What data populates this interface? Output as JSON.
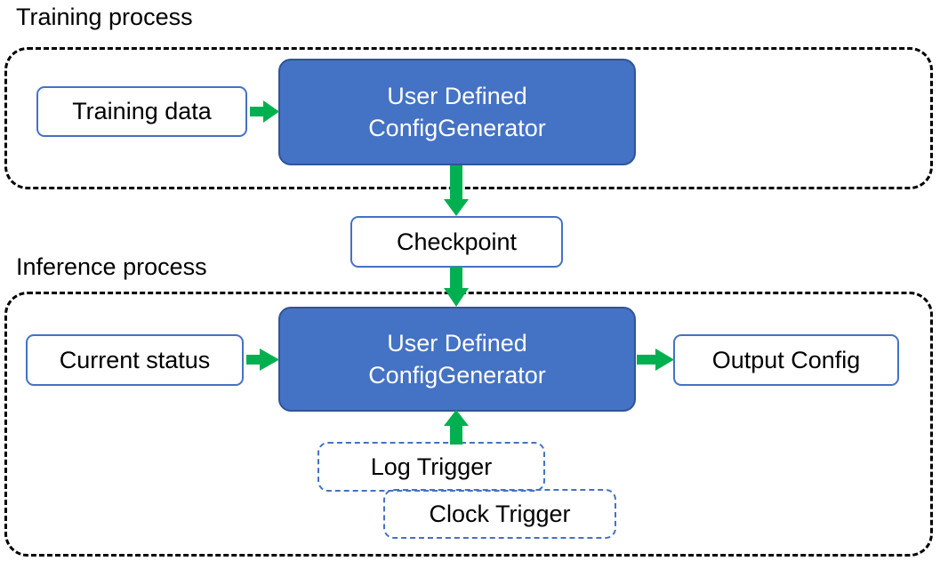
{
  "diagram": {
    "title_training": "Training process",
    "title_inference": "Inference process",
    "colors": {
      "process_fill": "#4472C4",
      "process_stroke": "#2F5597",
      "box_outline": "#4472C4",
      "arrow": "#00B050",
      "container_border": "#000000",
      "text_dark": "#000000",
      "text_light": "#FFFFFF"
    },
    "training": {
      "input_box": "Training data",
      "process_line1": "User Defined",
      "process_line2": "ConfigGenerator"
    },
    "checkpoint": {
      "label": "Checkpoint"
    },
    "inference": {
      "input_box": "Current status",
      "process_line1": "User Defined",
      "process_line2": "ConfigGenerator",
      "output_box": "Output Config",
      "trigger_log": "Log Trigger",
      "trigger_clock": "Clock Trigger"
    }
  }
}
